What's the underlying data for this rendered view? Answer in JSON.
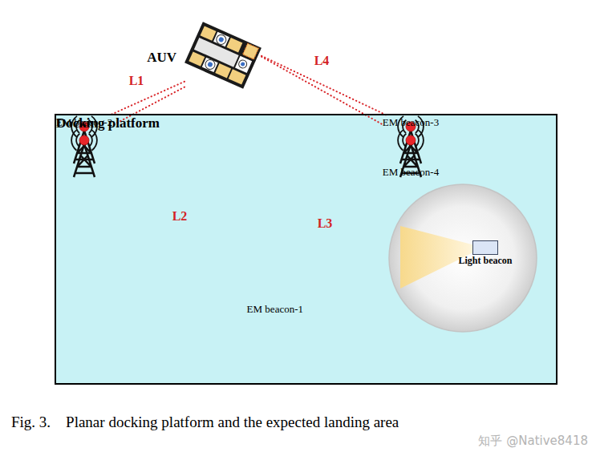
{
  "diagram": {
    "caption": "Fig. 3.    Planar docking platform and the expected landing area",
    "nodes": [
      {
        "text": [
          "AUV"
        ]
      },
      {
        "text": [
          "Docking platform"
        ]
      },
      {
        "text": [
          "EM beacon-1"
        ],
        "in": 1
      },
      {
        "text": [
          "EM beacon-4"
        ],
        "in": 1
      },
      {
        "text": [
          "EM beacon-2"
        ],
        "in": 1
      },
      {
        "text": [
          "EM beacon-3"
        ],
        "in": 1
      },
      {
        "text": [
          "Light beacon"
        ],
        "in": 1
      }
    ],
    "edges": [
      {
        "from": 0,
        "to": 2,
        "label": "L1",
        "arrow": "none"
      },
      {
        "from": 0,
        "to": 4,
        "label": "L2",
        "arrow": "none"
      },
      {
        "from": 0,
        "to": 5,
        "label": "L3",
        "arrow": "none"
      },
      {
        "from": 0,
        "to": 3,
        "label": "L4",
        "arrow": "none"
      }
    ],
    "labels": [
      "知乎 @Native8418"
    ]
  }
}
